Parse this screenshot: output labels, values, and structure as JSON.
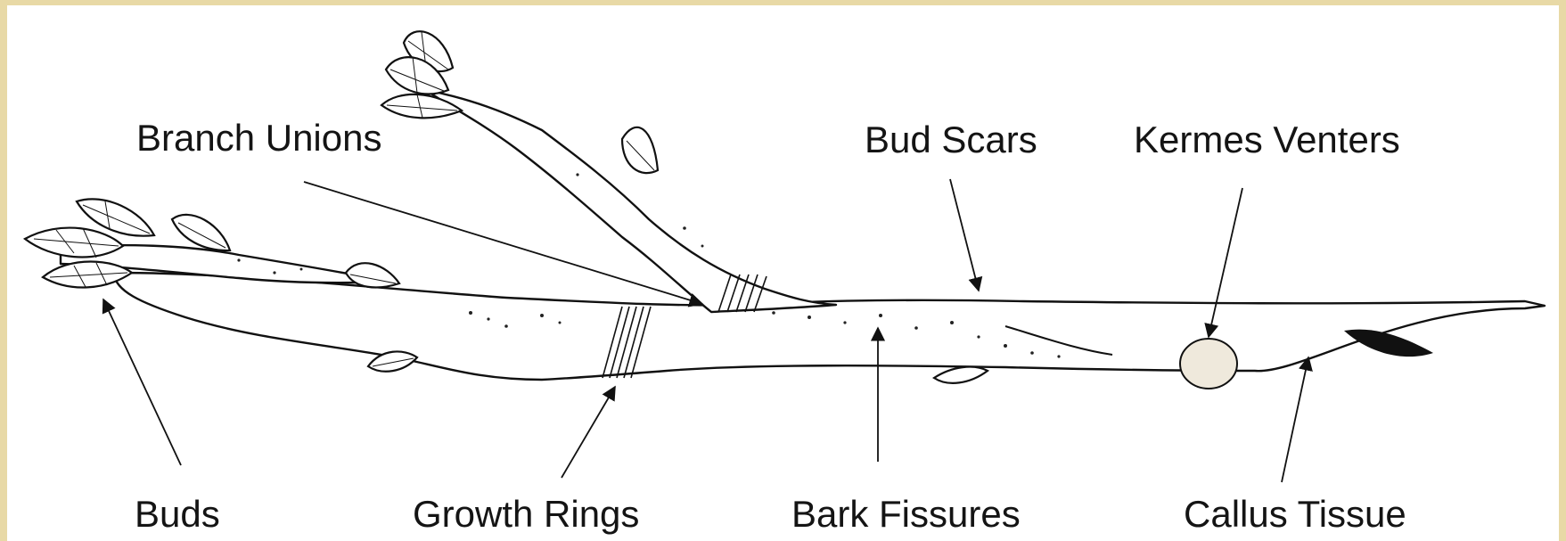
{
  "labels": {
    "branch_unions": "Branch Unions",
    "bud_scars": "Bud Scars",
    "kermes_venters": "Kermes Venters",
    "buds": "Buds",
    "growth_rings": "Growth Rings",
    "bark_fissures": "Bark Fissures",
    "callus_tissue": "Callus Tissue"
  },
  "colors": {
    "border": "#e8d9a6",
    "background": "#ffffff",
    "ink": "#111111",
    "kermes_fill": "#efe9dc"
  }
}
